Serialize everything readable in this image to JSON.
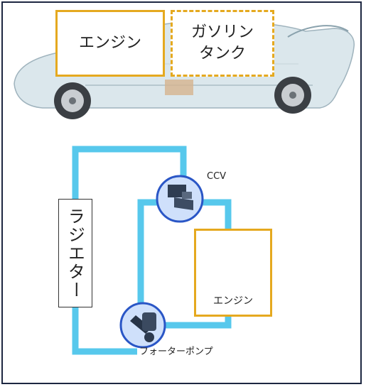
{
  "top_boxes": {
    "engine": "エンジン",
    "fuel_tank": "ガソリン\nタンク"
  },
  "radiator": "ラジエター",
  "ccv": "CCV",
  "engine": "エンジン",
  "water_pump": "フォーターポンプ",
  "colors": {
    "pipe": "#57c8ec",
    "box_border": "#e5a91f",
    "valve_ring": "#2a56c6",
    "valve_fill": "#cfe0fb",
    "frame": "#1d2741"
  }
}
